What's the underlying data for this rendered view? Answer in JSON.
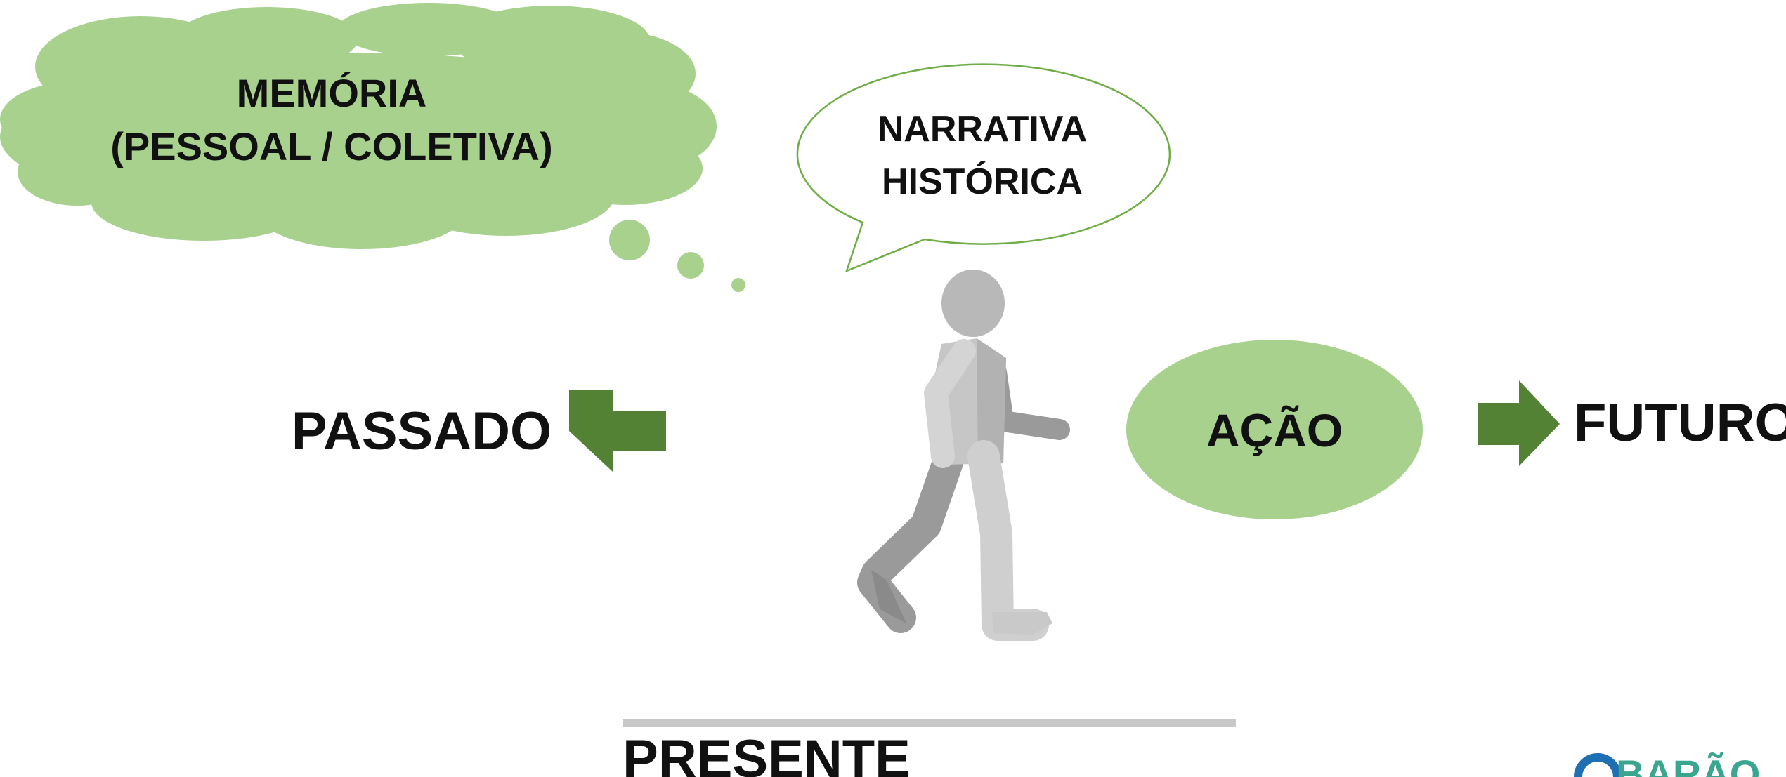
{
  "memory": {
    "line1": "MEMÓRIA",
    "line2": "(PESSOAL / COLETIVA)"
  },
  "narrative": {
    "line1": "NARRATIVA",
    "line2": "HISTÓRICA"
  },
  "past": {
    "label": "PASSADO"
  },
  "action": {
    "label": "AÇÃO"
  },
  "future": {
    "label": "FUTURO"
  },
  "present": {
    "label": "PRESENTE"
  },
  "logo": {
    "text": "BARÃO"
  },
  "colors": {
    "light_green": "#a9d18e",
    "dark_green": "#548235",
    "outline_green": "#70ad47",
    "figure_light": "#c9c9c9",
    "figure_dark": "#9a9a9a",
    "timeline": "#c8c8c8",
    "logo_blue": "#1f6fb5",
    "logo_teal": "#3aa68f"
  }
}
